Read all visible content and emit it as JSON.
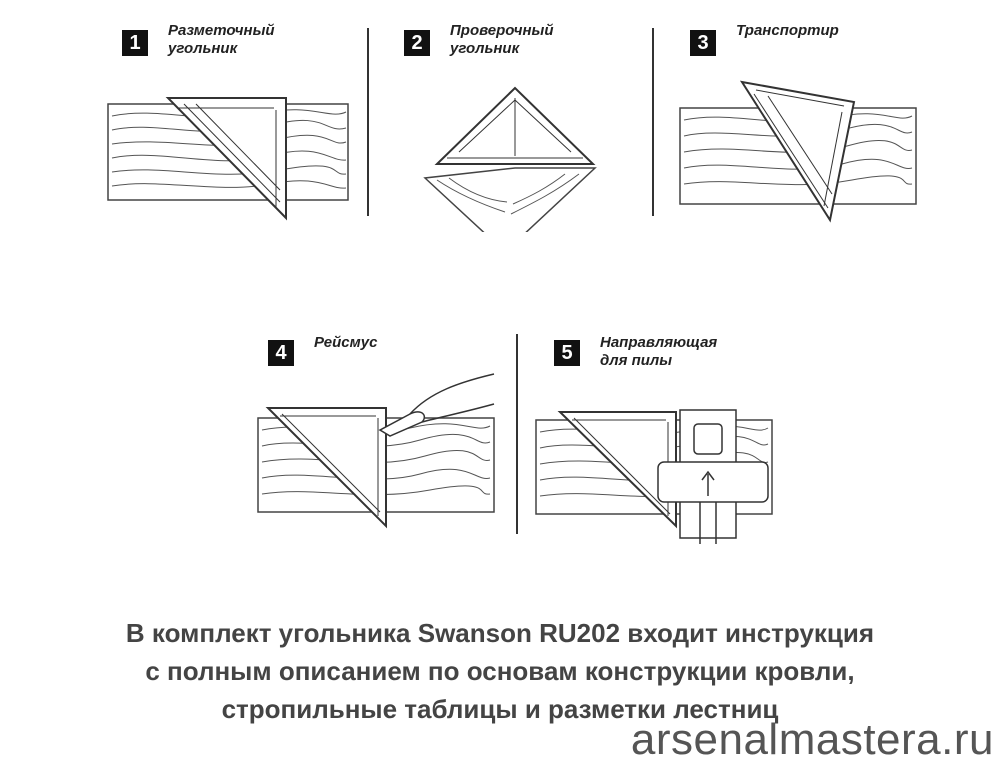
{
  "steps": [
    {
      "num": "1",
      "label": "Разметочный\nугольник",
      "icon": "rafter-square-marking-icon"
    },
    {
      "num": "2",
      "label": "Проверочный\nугольник",
      "icon": "rafter-square-checking-icon"
    },
    {
      "num": "3",
      "label": "Транспортир",
      "icon": "rafter-square-protractor-icon"
    },
    {
      "num": "4",
      "label": "Рейсмус",
      "icon": "rafter-square-scribe-icon"
    },
    {
      "num": "5",
      "label": "Направляющая\nдля пилы",
      "icon": "rafter-square-saw-guide-icon"
    }
  ],
  "caption": {
    "line1": "В комплект  угольника Swanson  RU202 входит инструкция",
    "line2": "с полным описанием по основам конструкции  кровли,",
    "line3": "стропильные таблицы и разметки лестниц"
  },
  "watermark": "arsenalmastera.ru",
  "colors": {
    "badge": "#111111",
    "caption": "#444444",
    "line": "#333333"
  }
}
